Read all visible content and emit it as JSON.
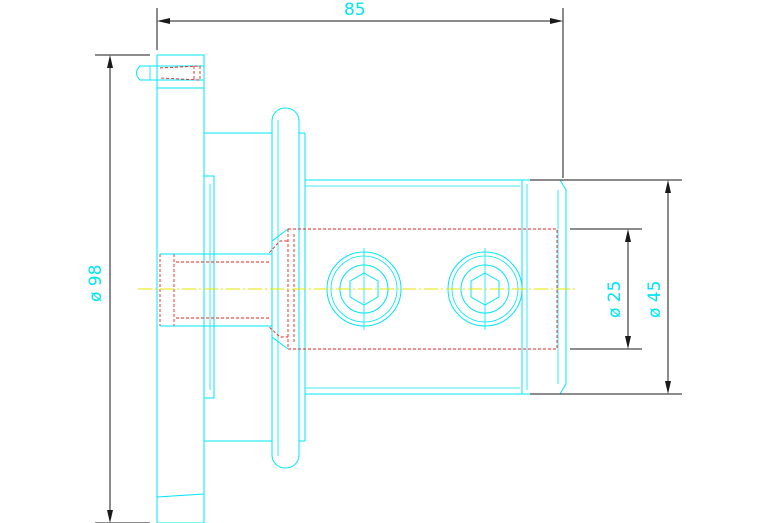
{
  "drawing": {
    "line_colors": {
      "outline": "#00e5f5",
      "hidden": "#e8231f",
      "centerline": "#e6e600",
      "dimension": "#1a1a1a"
    },
    "dimensions": {
      "overall_length": "85",
      "flange_diameter": "ø 98",
      "body_diameter": "ø 45",
      "bore_diameter": "ø 25"
    }
  }
}
